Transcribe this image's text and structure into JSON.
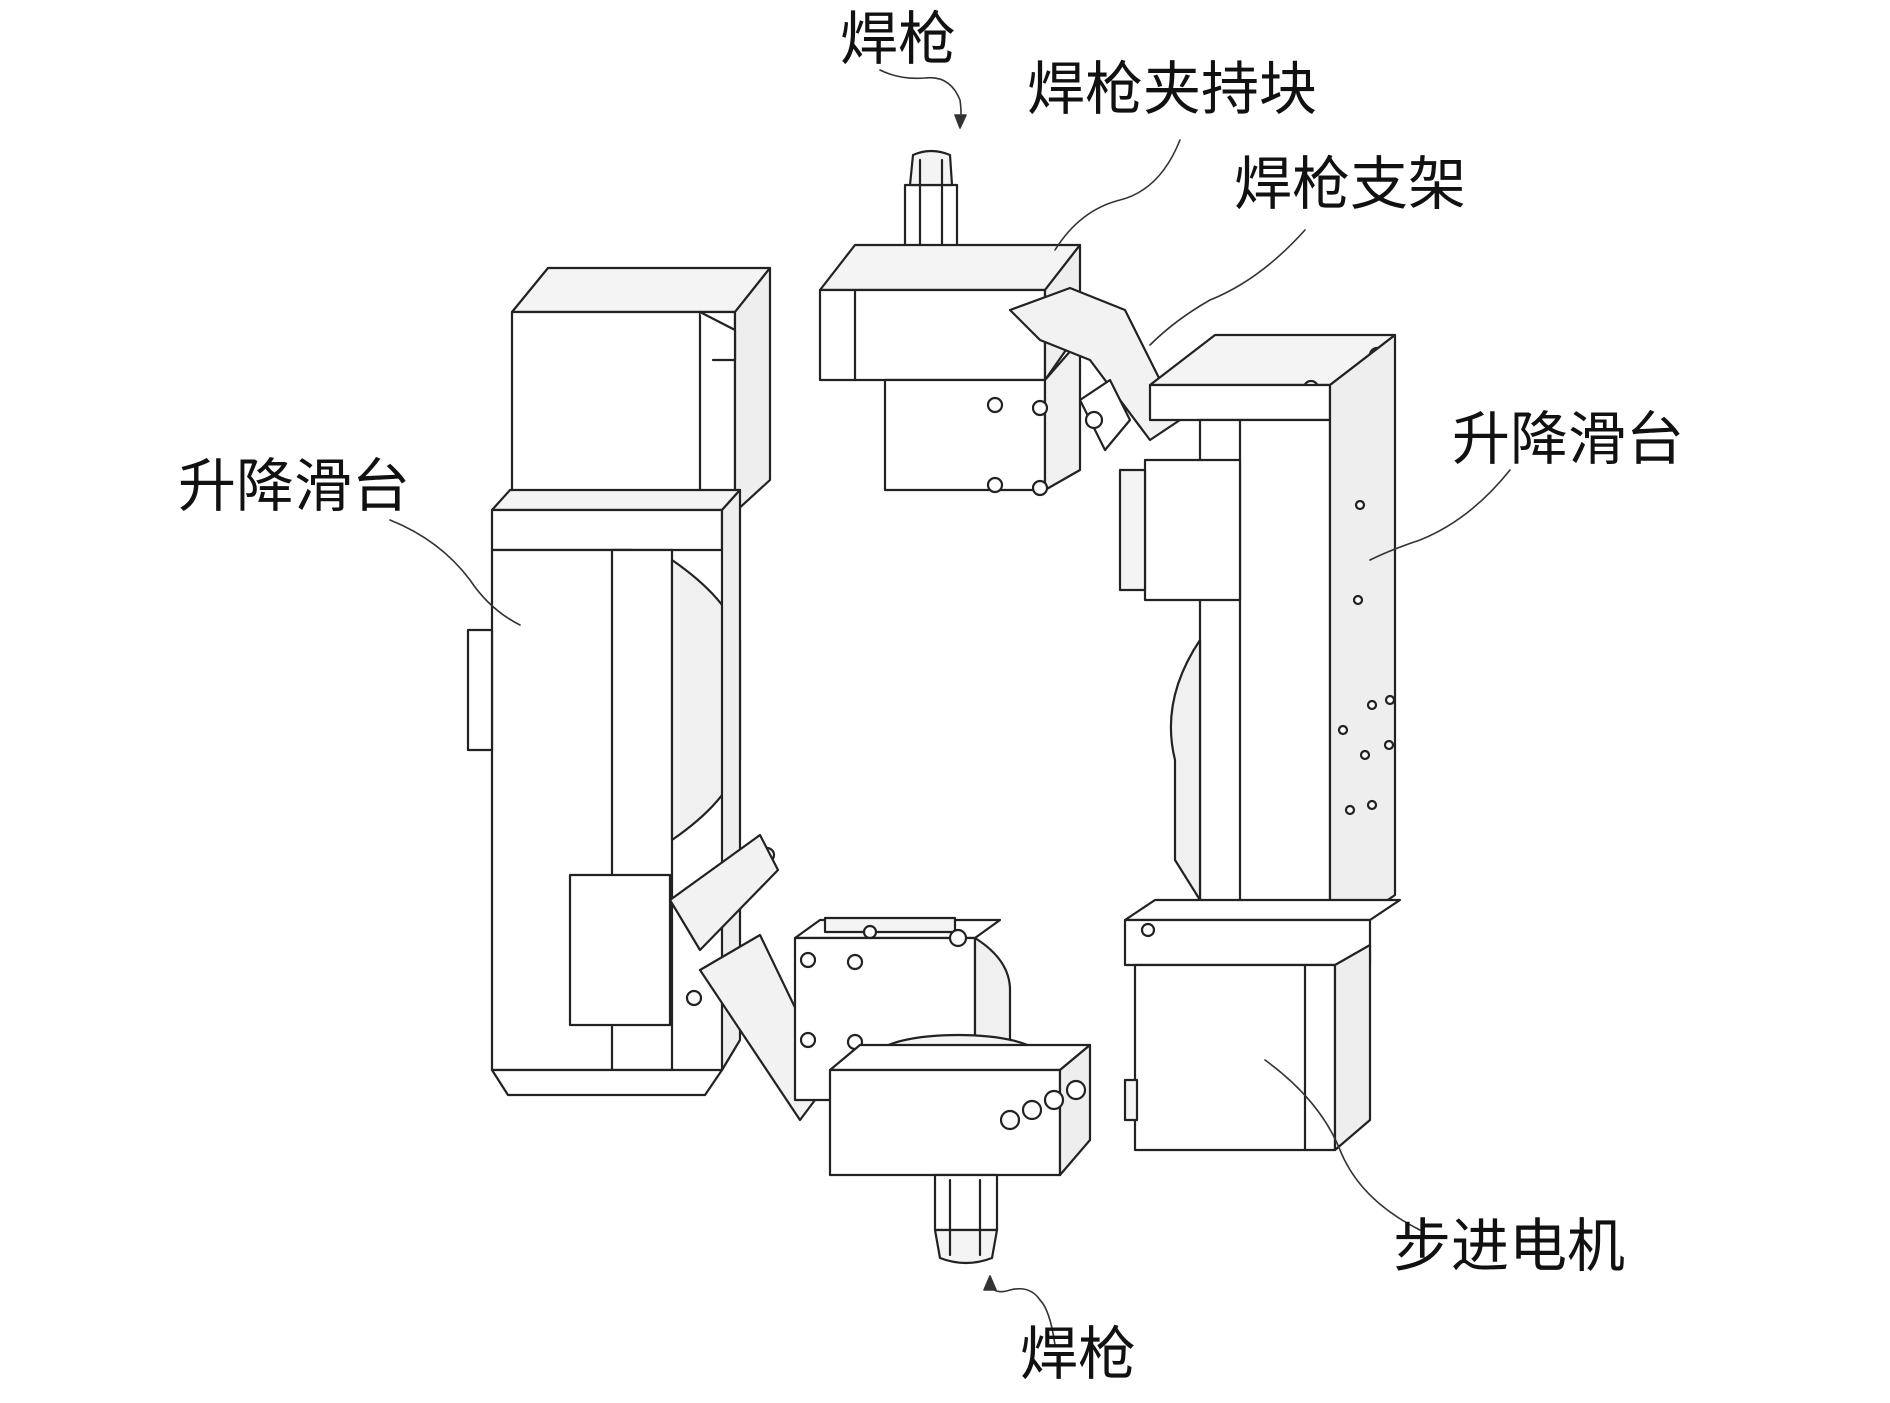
{
  "labels": {
    "torch_top": "焊枪",
    "torch_clamp": "焊枪夹持块",
    "torch_bracket": "焊枪支架",
    "slide_left": "升降滑台",
    "slide_right": "升降滑台",
    "stepper_motor": "步进电机",
    "torch_bottom": "焊枪"
  },
  "colors": {
    "line": "#222222",
    "fill": "#ffffff",
    "shade": "#f2f2f2"
  }
}
